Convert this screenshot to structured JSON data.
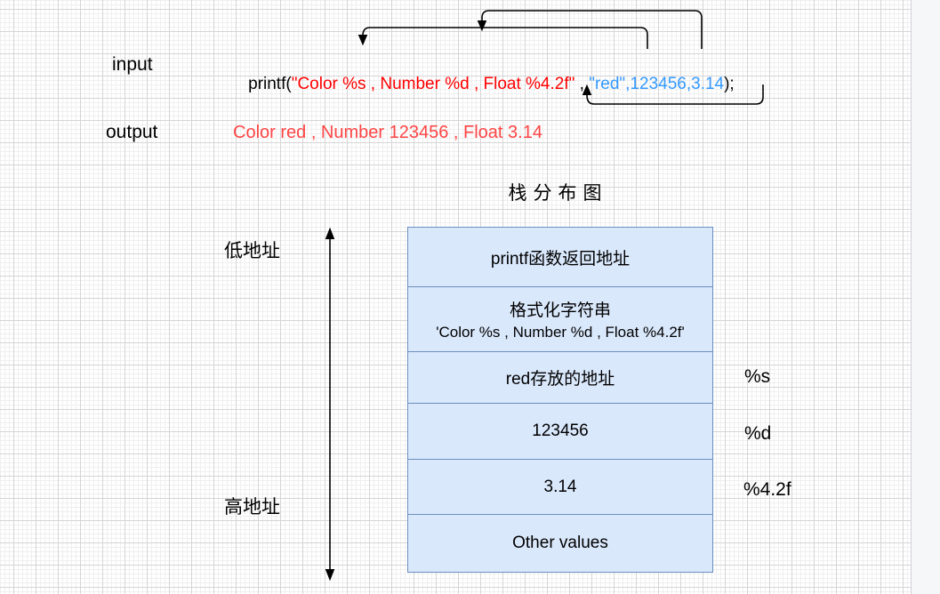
{
  "page": {
    "background": "#ffffff",
    "grid_minor_color": "#efefef",
    "grid_major_color": "#d5d5d5",
    "side_panel_color": "#f6f7f9"
  },
  "io": {
    "input_label": "input",
    "output_label": "output",
    "code": {
      "prefix": "printf(",
      "format_string": "\"Color %s , Number %d , Float %4.2f\"",
      "separator": " , ",
      "arguments": "\"red\",123456,3.14",
      "suffix": ");",
      "format_color": "#ff0000",
      "args_color": "#3399ff",
      "plain_color": "#000000"
    },
    "output_text": "Color red , Number 123456 , Float 3.14",
    "output_color": "#ff4545"
  },
  "stack_diagram": {
    "title": "栈分布图",
    "low_address_label": "低地址",
    "high_address_label": "高地址",
    "box_fill": "#dae8fc",
    "box_border": "#6c8ebf",
    "rows": [
      {
        "line1": "printf函数返回地址"
      },
      {
        "line1": "格式化字符串",
        "line2": "'Color %s , Number %d , Float %4.2f'"
      },
      {
        "line1": "red存放的地址"
      },
      {
        "line1": "123456"
      },
      {
        "line1": "3.14"
      },
      {
        "line1": "Other values"
      }
    ],
    "format_labels": [
      "%s",
      "%d",
      "%4.2f"
    ]
  },
  "connections": [
    {
      "from": "\"red\"",
      "to": "%s"
    },
    {
      "from": "123456",
      "to": "%d"
    },
    {
      "from": "3.14",
      "to": "%4.2f"
    }
  ]
}
